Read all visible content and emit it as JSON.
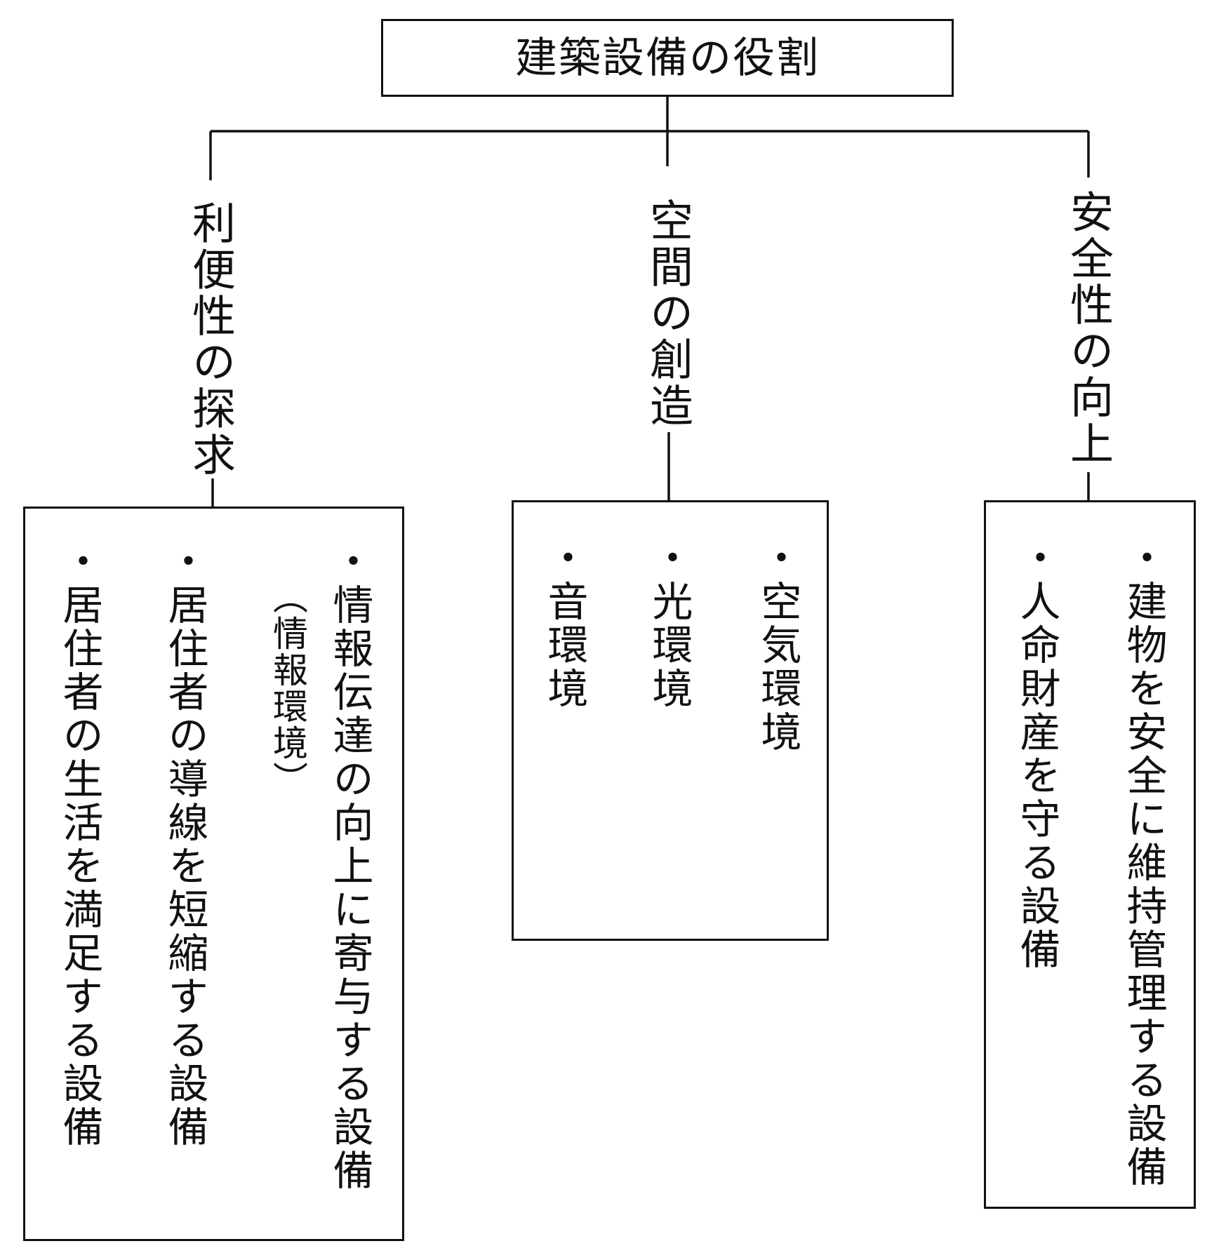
{
  "root": {
    "title": "建築設備の役割"
  },
  "branches": [
    {
      "title": "利便性の探求",
      "items": [
        "・情報伝達の向上に寄与する設備",
        "・居住者の導線を短縮する設備",
        "・居住者の生活を満足する設備"
      ],
      "note": "（情報環境）"
    },
    {
      "title": "空間の創造",
      "items": [
        "・空気環境",
        "・光環境",
        "・音環境"
      ]
    },
    {
      "title": "安全性の向上",
      "items": [
        "・建物を安全に維持管理する設備",
        "・人命財産を守る設備"
      ]
    }
  ]
}
